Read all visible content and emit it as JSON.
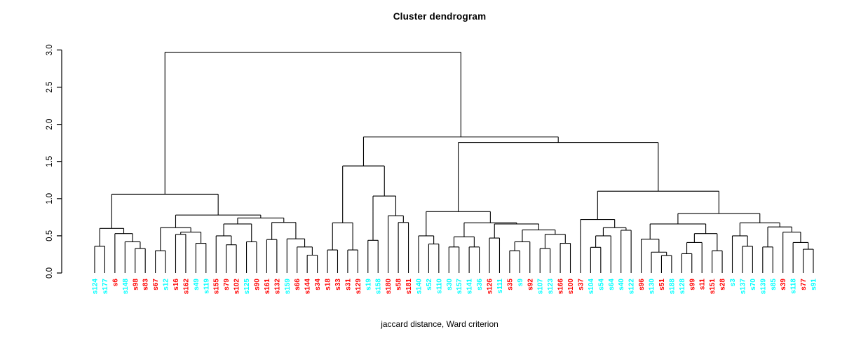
{
  "colors": {
    "line": "#000000",
    "background": "#ffffff",
    "cluster_red": "#FF0000",
    "cluster_cyan": "#00FFFF"
  },
  "chart_data": {
    "type": "dendrogram",
    "title": "Cluster dendrogram",
    "xlabel": "jaccard distance, Ward criterion",
    "ylabel": "",
    "ylim": [
      0,
      3
    ],
    "y_ticks": [
      "0.0",
      "0.5",
      "1.0",
      "1.5",
      "2.0",
      "2.5",
      "3.0"
    ],
    "grid": false,
    "legend": false,
    "leaf_label_rotation": -90,
    "leaves": [
      {
        "label": "s124",
        "color": "cyan"
      },
      {
        "label": "s177",
        "color": "cyan"
      },
      {
        "label": "s6",
        "color": "red"
      },
      {
        "label": "s148",
        "color": "cyan"
      },
      {
        "label": "s98",
        "color": "red"
      },
      {
        "label": "s83",
        "color": "red"
      },
      {
        "label": "s67",
        "color": "red"
      },
      {
        "label": "s12",
        "color": "cyan"
      },
      {
        "label": "s16",
        "color": "red"
      },
      {
        "label": "s162",
        "color": "red"
      },
      {
        "label": "s49",
        "color": "cyan"
      },
      {
        "label": "s119",
        "color": "cyan"
      },
      {
        "label": "s155",
        "color": "red"
      },
      {
        "label": "s79",
        "color": "red"
      },
      {
        "label": "s102",
        "color": "red"
      },
      {
        "label": "s125",
        "color": "cyan"
      },
      {
        "label": "s90",
        "color": "red"
      },
      {
        "label": "s161",
        "color": "red"
      },
      {
        "label": "s132",
        "color": "red"
      },
      {
        "label": "s159",
        "color": "cyan"
      },
      {
        "label": "s66",
        "color": "red"
      },
      {
        "label": "s144",
        "color": "red"
      },
      {
        "label": "s34",
        "color": "red"
      },
      {
        "label": "s18",
        "color": "red"
      },
      {
        "label": "s33",
        "color": "red"
      },
      {
        "label": "s31",
        "color": "red"
      },
      {
        "label": "s129",
        "color": "red"
      },
      {
        "label": "s19",
        "color": "cyan"
      },
      {
        "label": "s158",
        "color": "cyan"
      },
      {
        "label": "s180",
        "color": "red"
      },
      {
        "label": "s58",
        "color": "red"
      },
      {
        "label": "s181",
        "color": "red"
      },
      {
        "label": "s140",
        "color": "cyan"
      },
      {
        "label": "s52",
        "color": "cyan"
      },
      {
        "label": "s110",
        "color": "cyan"
      },
      {
        "label": "s30",
        "color": "cyan"
      },
      {
        "label": "s157",
        "color": "cyan"
      },
      {
        "label": "s141",
        "color": "cyan"
      },
      {
        "label": "s36",
        "color": "cyan"
      },
      {
        "label": "s126",
        "color": "red"
      },
      {
        "label": "s111",
        "color": "cyan"
      },
      {
        "label": "s35",
        "color": "red"
      },
      {
        "label": "s9",
        "color": "cyan"
      },
      {
        "label": "s92",
        "color": "red"
      },
      {
        "label": "s107",
        "color": "cyan"
      },
      {
        "label": "s123",
        "color": "cyan"
      },
      {
        "label": "s166",
        "color": "red"
      },
      {
        "label": "s100",
        "color": "red"
      },
      {
        "label": "s37",
        "color": "red"
      },
      {
        "label": "s104",
        "color": "cyan"
      },
      {
        "label": "s54",
        "color": "cyan"
      },
      {
        "label": "s64",
        "color": "cyan"
      },
      {
        "label": "s40",
        "color": "cyan"
      },
      {
        "label": "s122",
        "color": "cyan"
      },
      {
        "label": "s96",
        "color": "red"
      },
      {
        "label": "s130",
        "color": "cyan"
      },
      {
        "label": "s51",
        "color": "red"
      },
      {
        "label": "s188",
        "color": "cyan"
      },
      {
        "label": "s128",
        "color": "cyan"
      },
      {
        "label": "s99",
        "color": "red"
      },
      {
        "label": "s11",
        "color": "red"
      },
      {
        "label": "s151",
        "color": "red"
      },
      {
        "label": "s28",
        "color": "red"
      },
      {
        "label": "s3",
        "color": "cyan"
      },
      {
        "label": "s137",
        "color": "cyan"
      },
      {
        "label": "s70",
        "color": "cyan"
      },
      {
        "label": "s139",
        "color": "cyan"
      },
      {
        "label": "s85",
        "color": "cyan"
      },
      {
        "label": "s39",
        "color": "red"
      },
      {
        "label": "s118",
        "color": "cyan"
      },
      {
        "label": "s77",
        "color": "red"
      },
      {
        "label": "s91",
        "color": "cyan"
      }
    ],
    "tree": {
      "h": 2.97,
      "c": [
        {
          "h": 1.06,
          "c": [
            {
              "h": 0.6,
              "c": [
                {
                  "h": 0.36,
                  "c": [
                    0,
                    1
                  ]
                },
                {
                  "h": 0.53,
                  "c": [
                    2,
                    {
                      "h": 0.42,
                      "c": [
                        3,
                        {
                          "h": 0.33,
                          "c": [
                            4,
                            5
                          ]
                        }
                      ]
                    }
                  ]
                }
              ]
            },
            {
              "h": 0.78,
              "c": [
                {
                  "h": 0.61,
                  "c": [
                    {
                      "h": 0.3,
                      "c": [
                        6,
                        7
                      ]
                    },
                    {
                      "h": 0.55,
                      "c": [
                        {
                          "h": 0.52,
                          "c": [
                            8,
                            9
                          ]
                        },
                        {
                          "h": 0.4,
                          "c": [
                            10,
                            11
                          ]
                        }
                      ]
                    }
                  ]
                },
                {
                  "h": 0.74,
                  "c": [
                    {
                      "h": 0.66,
                      "c": [
                        {
                          "h": 0.5,
                          "c": [
                            12,
                            {
                              "h": 0.38,
                              "c": [
                                13,
                                14
                              ]
                            }
                          ]
                        },
                        {
                          "h": 0.42,
                          "c": [
                            15,
                            16
                          ]
                        }
                      ]
                    },
                    {
                      "h": 0.68,
                      "c": [
                        {
                          "h": 0.45,
                          "c": [
                            17,
                            18
                          ]
                        },
                        {
                          "h": 0.46,
                          "c": [
                            19,
                            {
                              "h": 0.35,
                              "c": [
                                20,
                                {
                                  "h": 0.24,
                                  "c": [
                                    21,
                                    22
                                  ]
                                }
                              ]
                            }
                          ]
                        }
                      ]
                    }
                  ]
                }
              ]
            }
          ]
        },
        {
          "h": 1.83,
          "c": [
            {
              "h": 1.44,
              "c": [
                {
                  "h": 0.675,
                  "c": [
                    {
                      "h": 0.31,
                      "c": [
                        23,
                        24
                      ]
                    },
                    {
                      "h": 0.31,
                      "c": [
                        25,
                        26
                      ]
                    }
                  ]
                },
                {
                  "h": 1.035,
                  "c": [
                    {
                      "h": 0.44,
                      "c": [
                        27,
                        28
                      ]
                    },
                    {
                      "h": 0.77,
                      "c": [
                        29,
                        {
                          "h": 0.68,
                          "c": [
                            30,
                            31
                          ]
                        }
                      ]
                    }
                  ]
                }
              ]
            },
            {
              "h": 1.755,
              "c": [
                {
                  "h": 0.826,
                  "c": [
                    {
                      "h": 0.5,
                      "c": [
                        32,
                        {
                          "h": 0.39,
                          "c": [
                            33,
                            34
                          ]
                        }
                      ]
                    },
                    {
                      "h": 0.675,
                      "c": [
                        {
                          "h": 0.487,
                          "c": [
                            {
                              "h": 0.35,
                              "c": [
                                35,
                                36
                              ]
                            },
                            {
                              "h": 0.35,
                              "c": [
                                37,
                                38
                              ]
                            }
                          ]
                        },
                        {
                          "h": 0.66,
                          "c": [
                            {
                              "h": 0.47,
                              "c": [
                                39,
                                40
                              ]
                            },
                            {
                              "h": 0.58,
                              "c": [
                                {
                                  "h": 0.42,
                                  "c": [
                                    {
                                      "h": 0.3,
                                      "c": [
                                        41,
                                        42
                                      ]
                                    },
                                    43
                                  ]
                                },
                                {
                                  "h": 0.52,
                                  "c": [
                                    {
                                      "h": 0.33,
                                      "c": [
                                        44,
                                        45
                                      ]
                                    },
                                    {
                                      "h": 0.4,
                                      "c": [
                                        46,
                                        47
                                      ]
                                    }
                                  ]
                                }
                              ]
                            }
                          ]
                        }
                      ]
                    }
                  ]
                },
                {
                  "h": 1.1,
                  "c": [
                    {
                      "h": 0.72,
                      "c": [
                        48,
                        {
                          "h": 0.61,
                          "c": [
                            {
                              "h": 0.5,
                              "c": [
                                {
                                  "h": 0.345,
                                  "c": [
                                    49,
                                    50
                                  ]
                                },
                                51
                              ]
                            },
                            {
                              "h": 0.575,
                              "c": [
                                52,
                                53
                              ]
                            }
                          ]
                        }
                      ]
                    },
                    {
                      "h": 0.8,
                      "c": [
                        {
                          "h": 0.66,
                          "c": [
                            {
                              "h": 0.455,
                              "c": [
                                54,
                                {
                                  "h": 0.28,
                                  "c": [
                                    55,
                                    {
                                      "h": 0.235,
                                      "c": [
                                        56,
                                        57
                                      ]
                                    }
                                  ]
                                }
                              ]
                            },
                            {
                              "h": 0.53,
                              "c": [
                                {
                                  "h": 0.41,
                                  "c": [
                                    {
                                      "h": 0.26,
                                      "c": [
                                        58,
                                        59
                                      ]
                                    },
                                    60
                                  ]
                                },
                                {
                                  "h": 0.3,
                                  "c": [
                                    61,
                                    62
                                  ]
                                }
                              ]
                            }
                          ]
                        },
                        {
                          "h": 0.675,
                          "c": [
                            {
                              "h": 0.5,
                              "c": [
                                63,
                                {
                                  "h": 0.36,
                                  "c": [
                                    64,
                                    65
                                  ]
                                }
                              ]
                            },
                            {
                              "h": 0.62,
                              "c": [
                                {
                                  "h": 0.35,
                                  "c": [
                                    66,
                                    67
                                  ]
                                },
                                {
                                  "h": 0.55,
                                  "c": [
                                    68,
                                    {
                                      "h": 0.41,
                                      "c": [
                                        69,
                                        {
                                          "h": 0.32,
                                          "c": [
                                            70,
                                            71
                                          ]
                                        }
                                      ]
                                    }
                                  ]
                                }
                              ]
                            }
                          ]
                        }
                      ]
                    }
                  ]
                }
              ]
            }
          ]
        }
      ]
    }
  }
}
